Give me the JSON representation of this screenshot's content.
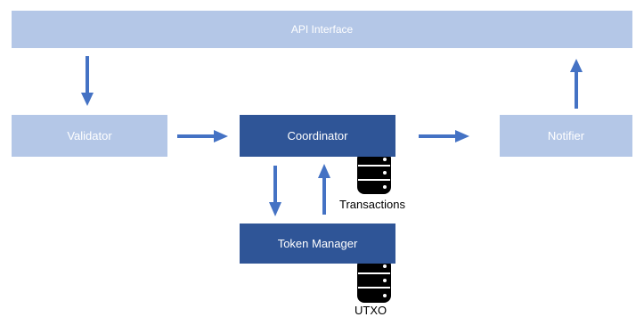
{
  "boxes": {
    "api": "API Interface",
    "validator": "Validator",
    "coordinator": "Coordinator",
    "notifier": "Notifier",
    "token_manager": "Token Manager"
  },
  "databases": {
    "transactions": "Transactions",
    "utxo": "UTXO"
  },
  "colors": {
    "light_box": "#b4c7e7",
    "dark_box": "#2f5597",
    "arrow": "#4472c4",
    "database": "#000000"
  },
  "icons": [
    "database-icon",
    "arrow-icon"
  ]
}
